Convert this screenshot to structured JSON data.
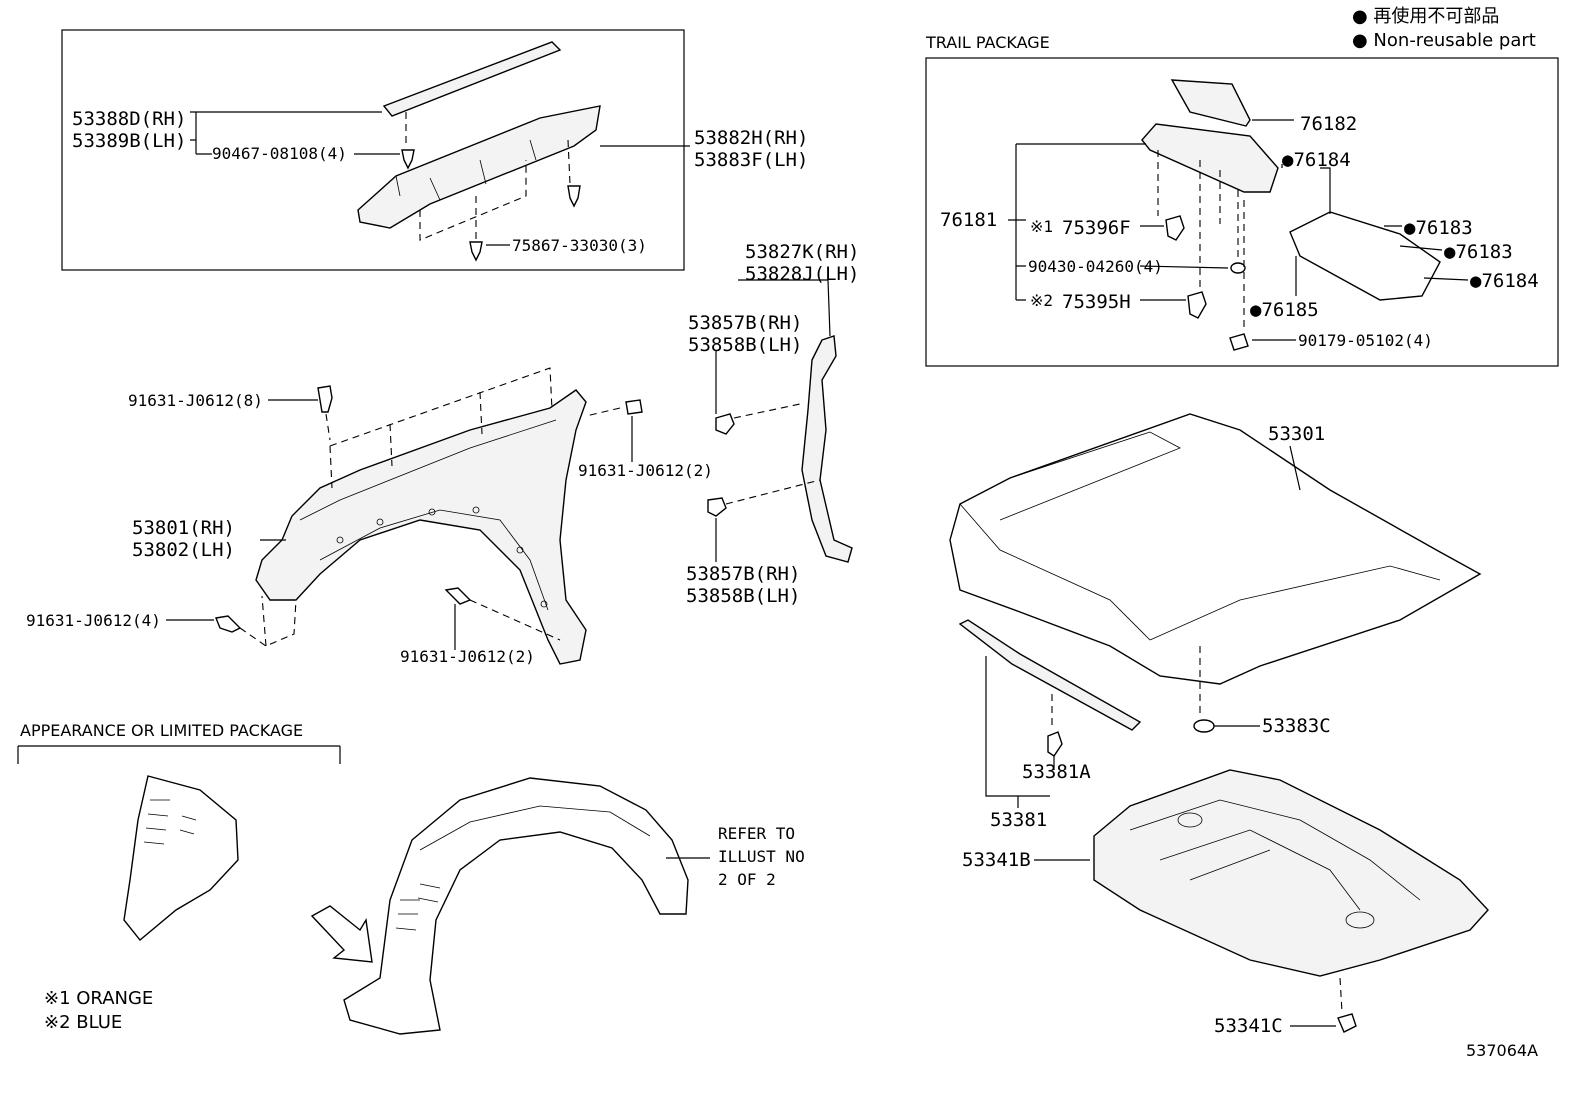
{
  "legend": {
    "line1": "● 再使用不可部品",
    "line2": "● Non-reusable part"
  },
  "headers": {
    "trail_package": "TRAIL PACKAGE",
    "appearance_package": "APPEARANCE OR LIMITED PACKAGE"
  },
  "callouts": {
    "p53388d": "53388D(RH)",
    "p53389b": "53389B(LH)",
    "p90467": "90467-08108(4)",
    "p75867": "75867-33030(3)",
    "p53882h": "53882H(RH)",
    "p53883f": "53883F(LH)",
    "p53827k": "53827K(RH)",
    "p53828j": "53828J(LH)",
    "p53857b_a": "53857B(RH)",
    "p53858b_a": "53858B(LH)",
    "p53857b_b": "53857B(RH)",
    "p53858b_b": "53858B(LH)",
    "p91631_8": "91631-J0612(8)",
    "p91631_2a": "91631-J0612(2)",
    "p91631_4": "91631-J0612(4)",
    "p91631_2b": "91631-J0612(2)",
    "p53801": "53801(RH)",
    "p53802": "53802(LH)",
    "p76182": "76182",
    "p76184a": "●76184",
    "p76181": "76181",
    "p75396f_mark": "※1",
    "p75396f": "75396F",
    "p76183a": "●76183",
    "p76183b": "●76183",
    "p76184b": "●76184",
    "p90430": "90430-04260(4)",
    "p75395h_mark": "※2",
    "p75395h": "75395H",
    "p76185": "●76185",
    "p90179": "90179-05102(4)",
    "p53301": "53301",
    "p53383c": "53383C",
    "p53381a": "53381A",
    "p53381": "53381",
    "p53341b": "53341B",
    "p53341c": "53341C"
  },
  "refer_note": {
    "line1": "REFER TO",
    "line2": "ILLUST NO",
    "line3": "2 OF 2"
  },
  "color_notes": {
    "line1": "※1 ORANGE",
    "line2": "※2 BLUE"
  },
  "illustration_id": "537064A"
}
